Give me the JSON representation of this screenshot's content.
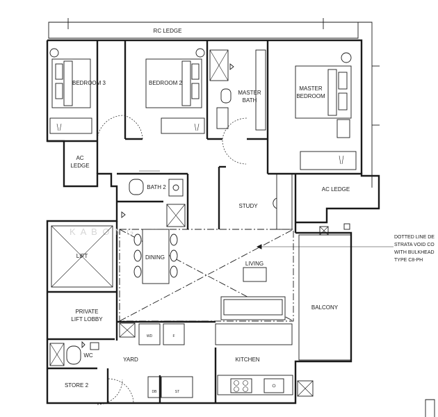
{
  "rooms": {
    "rc_ledge": "RC LEDGE",
    "bedroom3": "BEDROOM 3",
    "bedroom2": "BEDROOM 2",
    "master_bath_1": "MASTER",
    "master_bath_2": "BATH",
    "master_bedroom_1": "MASTER",
    "master_bedroom_2": "BEDROOM",
    "ac_ledge_left_1": "AC",
    "ac_ledge_left_2": "LEDGE",
    "bath2": "BATH 2",
    "ac_ledge_right": "AC LEDGE",
    "study": "STUDY",
    "lift": "LIFT",
    "dining": "DINING",
    "living": "LIVING",
    "private_lift_lobby_1": "PRIVATE",
    "private_lift_lobby_2": "LIFT LOBBY",
    "balcony": "BALCONY",
    "wc": "WC",
    "yard": "YARD",
    "kitchen": "KITCHEN",
    "store2": "STORE 2"
  },
  "fixtures": {
    "wd": "WD",
    "f": "F",
    "db": "DB",
    "st": "ST"
  },
  "note": {
    "line1": "DOTTED LINE DE",
    "line2": "STRATA VOID CO",
    "line3": "WITH BULKHEAD",
    "line4": "TYPE C8-PH"
  },
  "watermark": "K A   B  O N G"
}
